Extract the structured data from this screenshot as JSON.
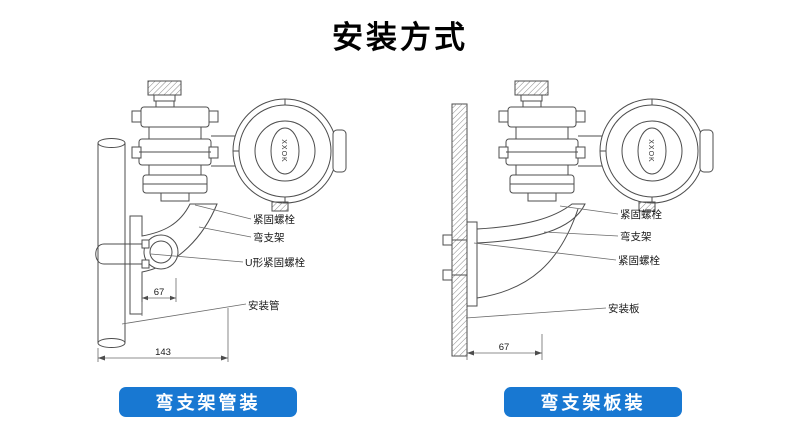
{
  "page": {
    "title": "安装方式",
    "background": "#ffffff"
  },
  "colors": {
    "button_blue": "#1878d2",
    "line": "#4d4d4d",
    "text": "#1a1a1a"
  },
  "left_diagram": {
    "caption": "弯支架管装",
    "nameplate": "XXOK",
    "labels": {
      "bolt": "紧固螺栓",
      "bracket": "弯支架",
      "ubolt": "U形紧固螺栓",
      "pipe": "安装管"
    },
    "dimensions": {
      "bolt_spacing": "67",
      "overall_width": "143"
    }
  },
  "right_diagram": {
    "caption": "弯支架板装",
    "nameplate": "XXOK",
    "labels": {
      "bolt": "紧固螺栓",
      "bracket": "弯支架",
      "wall_bolt": "紧固螺栓",
      "plate": "安装板"
    },
    "dimensions": {
      "bolt_spacing": "67"
    }
  }
}
